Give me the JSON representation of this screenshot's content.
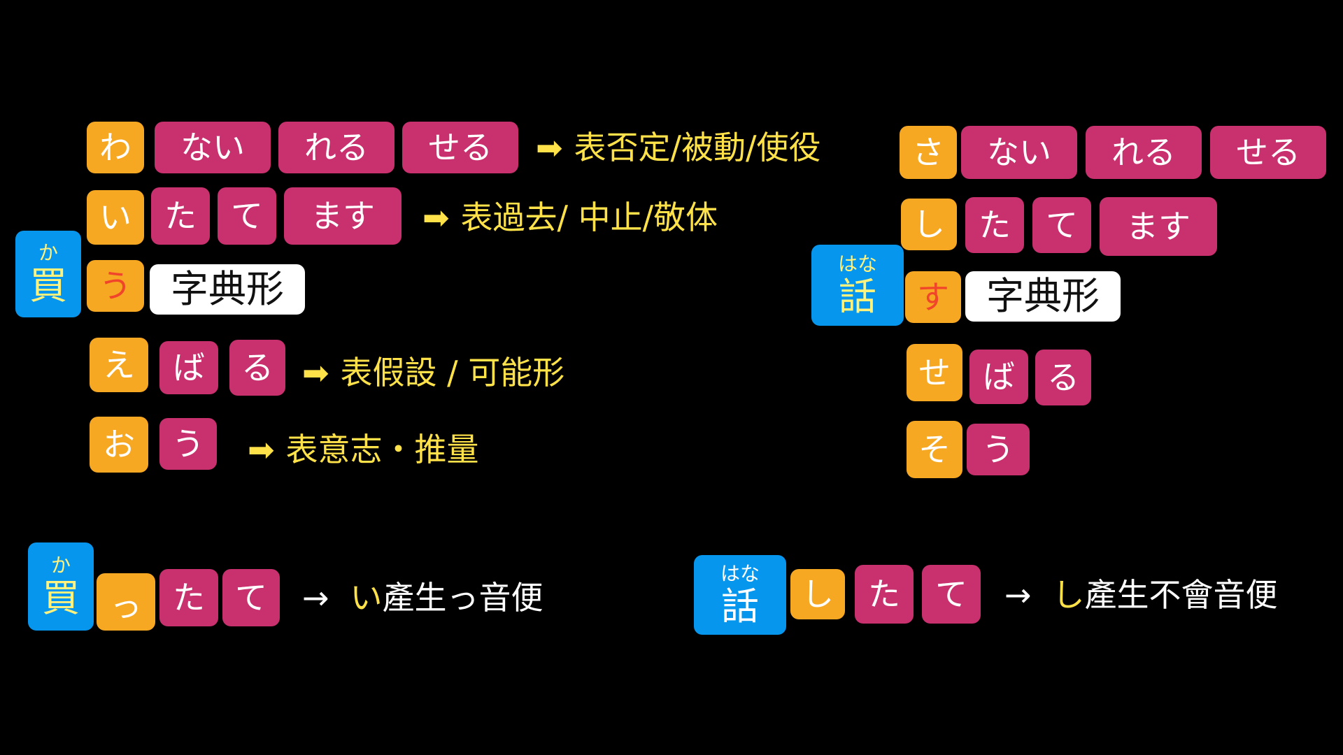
{
  "left_conjugation": {
    "verb": {
      "ruby": "か",
      "kanji": "買"
    },
    "rows": [
      {
        "stem": "わ",
        "suffixes": [
          "ない",
          "れる",
          "せる"
        ],
        "note": "表否定/被動/使役"
      },
      {
        "stem": "い",
        "suffixes": [
          "た",
          "て",
          "ます"
        ],
        "note": "表過去/ 中止/敬体"
      },
      {
        "stem": "う",
        "dictionary": "字典形"
      },
      {
        "stem": "え",
        "suffixes": [
          "ば",
          "る"
        ],
        "note": "表假設 / 可能形"
      },
      {
        "stem": "お",
        "suffixes": [
          "う"
        ],
        "note": "表意志・推量"
      }
    ],
    "arrow": "➡"
  },
  "right_conjugation": {
    "verb": {
      "ruby": "はな",
      "kanji": "話"
    },
    "rows": [
      {
        "stem": "さ",
        "suffixes": [
          "ない",
          "れる",
          "せる"
        ]
      },
      {
        "stem": "し",
        "suffixes": [
          "た",
          "て",
          "ます"
        ]
      },
      {
        "stem": "す",
        "dictionary": "字典形"
      },
      {
        "stem": "せ",
        "suffixes": [
          "ば",
          "る"
        ]
      },
      {
        "stem": "そ",
        "suffixes": [
          "う"
        ]
      }
    ]
  },
  "left_onbin": {
    "verb": {
      "ruby": "か",
      "kanji": "買"
    },
    "stem": "っ",
    "suffixes": [
      "た",
      "て"
    ],
    "arrow": "→",
    "note_highlight": "い",
    "note_rest": "產生っ音便"
  },
  "right_onbin": {
    "verb": {
      "ruby": "はな",
      "kanji": "話"
    },
    "stem": "し",
    "suffixes": [
      "た",
      "て"
    ],
    "arrow": "→",
    "note_highlight": "し",
    "note_rest": "產生不會音便"
  },
  "colors": {
    "orange": "#f7a823",
    "magenta": "#c8306e",
    "blue": "#0796ee",
    "yellow_text": "#ffe24a",
    "red_text": "#f0452a"
  }
}
